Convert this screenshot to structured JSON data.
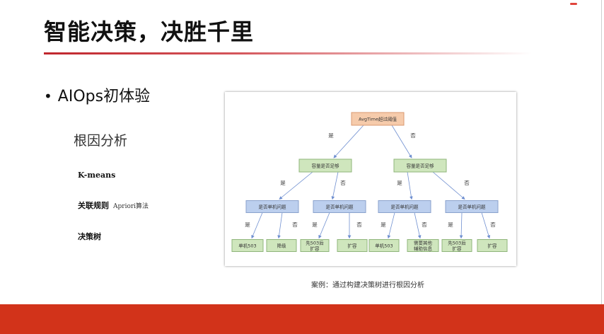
{
  "slide": {
    "title": "智能决策，决胜千里",
    "bullet": "AIOps初体验",
    "section": "根因分析",
    "items": [
      {
        "label": "K-means",
        "note": ""
      },
      {
        "label": "关联规则",
        "note": "Apriori算法"
      },
      {
        "label": "决策树",
        "note": ""
      }
    ],
    "caption": "案例：通过构建决策树进行根因分析"
  },
  "tree": {
    "colors": {
      "root_fill": "#f6cbab",
      "root_stroke": "#d99a70",
      "green_fill": "#cfe6bd",
      "green_stroke": "#8fb57a",
      "blue_fill": "#bccfee",
      "blue_stroke": "#8aa2cc",
      "arrow": "#6f8fd0"
    },
    "root": "AvgTime超过阈值",
    "level1": [
      "容量是否足够",
      "容量是否足够"
    ],
    "level2": [
      "是否单机问题",
      "是否单机问题",
      "是否单机问题",
      "是否单机问题"
    ],
    "leaves": [
      "单机503",
      "降级",
      "先503后\n扩容",
      "扩容",
      "单机503",
      "需要其他\n辅助信息",
      "先503后\n扩容",
      "扩容"
    ],
    "yes": "是",
    "no": "否"
  }
}
